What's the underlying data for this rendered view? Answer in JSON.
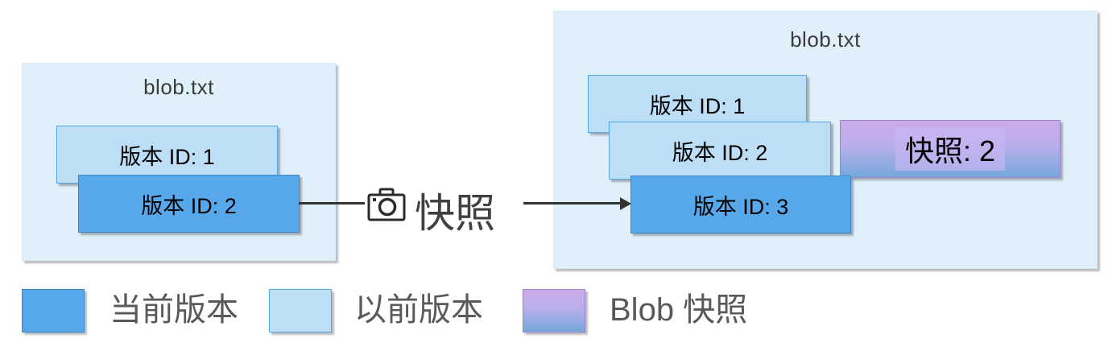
{
  "diagram": {
    "left_container": {
      "title": "blob.txt",
      "versions": [
        {
          "label": "版本 ID: 1",
          "type": "previous"
        },
        {
          "label": "版本 ID: 2",
          "type": "current"
        }
      ]
    },
    "connector": {
      "icon": "camera-icon",
      "label": "快照"
    },
    "right_container": {
      "title": "blob.txt",
      "versions": [
        {
          "label": "版本 ID: 1",
          "type": "previous"
        },
        {
          "label": "版本 ID: 2",
          "type": "previous"
        },
        {
          "label": "版本 ID: 3",
          "type": "current"
        }
      ],
      "snapshot": {
        "label": "快照: 2"
      }
    },
    "legend": [
      {
        "label": "当前版本",
        "swatch": "current",
        "color": "#57A8EA"
      },
      {
        "label": "以前版本",
        "swatch": "previous",
        "color": "#BDDEF7"
      },
      {
        "label": "Blob 快照",
        "swatch": "snapshot",
        "color_top": "#CBACEA",
        "color_bottom": "#73A8DC"
      }
    ],
    "colors": {
      "container_bg": "#DFF0FA",
      "current_version": "#57A8EA",
      "previous_version": "#BDDEF7",
      "snapshot_gradient_top": "#CBACEA",
      "snapshot_gradient_bottom": "#73A8DC",
      "connector": "#333333",
      "text_dark": "#3B3B3B",
      "legend_text": "#595959"
    }
  }
}
